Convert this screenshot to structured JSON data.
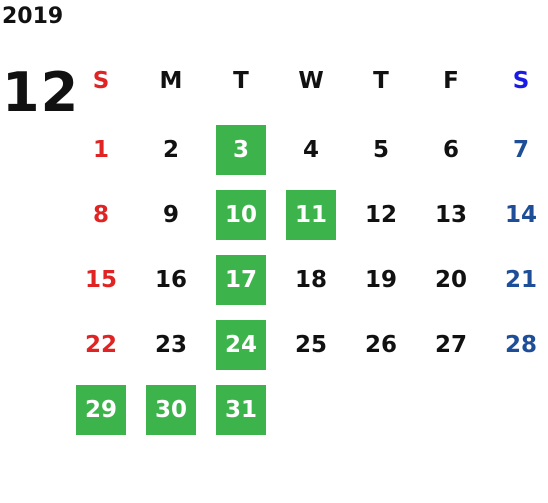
{
  "calendar": {
    "year": "2019",
    "month": "12",
    "weekdays": [
      "S",
      "M",
      "T",
      "W",
      "T",
      "F",
      "S"
    ],
    "colors": {
      "sunday": "#e02424",
      "saturday": "#1f4e99",
      "saturday_header": "#1a1ae6",
      "highlight": "#3cb44b",
      "text": "#111111"
    },
    "weeks": [
      [
        "1",
        "2",
        "3",
        "4",
        "5",
        "6",
        "7"
      ],
      [
        "8",
        "9",
        "10",
        "11",
        "12",
        "13",
        "14"
      ],
      [
        "15",
        "16",
        "17",
        "18",
        "19",
        "20",
        "21"
      ],
      [
        "22",
        "23",
        "24",
        "25",
        "26",
        "27",
        "28"
      ],
      [
        "29",
        "30",
        "31",
        "",
        "",
        "",
        ""
      ]
    ],
    "highlighted": [
      "3",
      "10",
      "11",
      "17",
      "24",
      "29",
      "30",
      "31"
    ]
  }
}
